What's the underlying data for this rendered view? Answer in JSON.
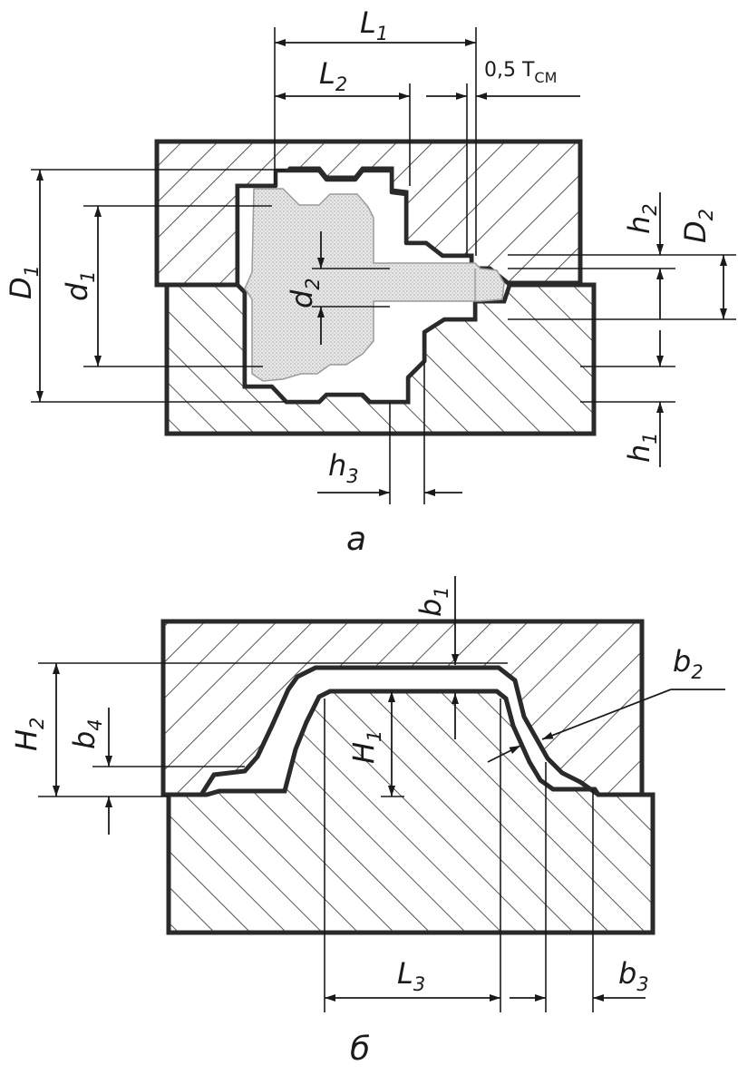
{
  "figure_a": {
    "caption": "а",
    "labels": {
      "L1": {
        "main": "L",
        "sub": "1"
      },
      "L2": {
        "main": "L",
        "sub": "2"
      },
      "T": {
        "main": "0,5 T",
        "sub": "СМ"
      },
      "D1": {
        "main": "D",
        "sub": "1"
      },
      "d1": {
        "main": "d",
        "sub": "1"
      },
      "d2": {
        "main": "d",
        "sub": "2"
      },
      "h1": {
        "main": "h",
        "sub": "1"
      },
      "h2": {
        "main": "h",
        "sub": "2"
      },
      "h3": {
        "main": "h",
        "sub": "3"
      },
      "D2": {
        "main": "D",
        "sub": "2"
      }
    }
  },
  "figure_b": {
    "caption": "б",
    "labels": {
      "b1": {
        "main": "b",
        "sub": "1"
      },
      "b2": {
        "main": "b",
        "sub": "2"
      },
      "b3": {
        "main": "b",
        "sub": "3"
      },
      "b4": {
        "main": "b",
        "sub": "4"
      },
      "H1": {
        "main": "H",
        "sub": "1"
      },
      "H2": {
        "main": "H",
        "sub": "2"
      },
      "L3": {
        "main": "L",
        "sub": "3"
      }
    }
  }
}
